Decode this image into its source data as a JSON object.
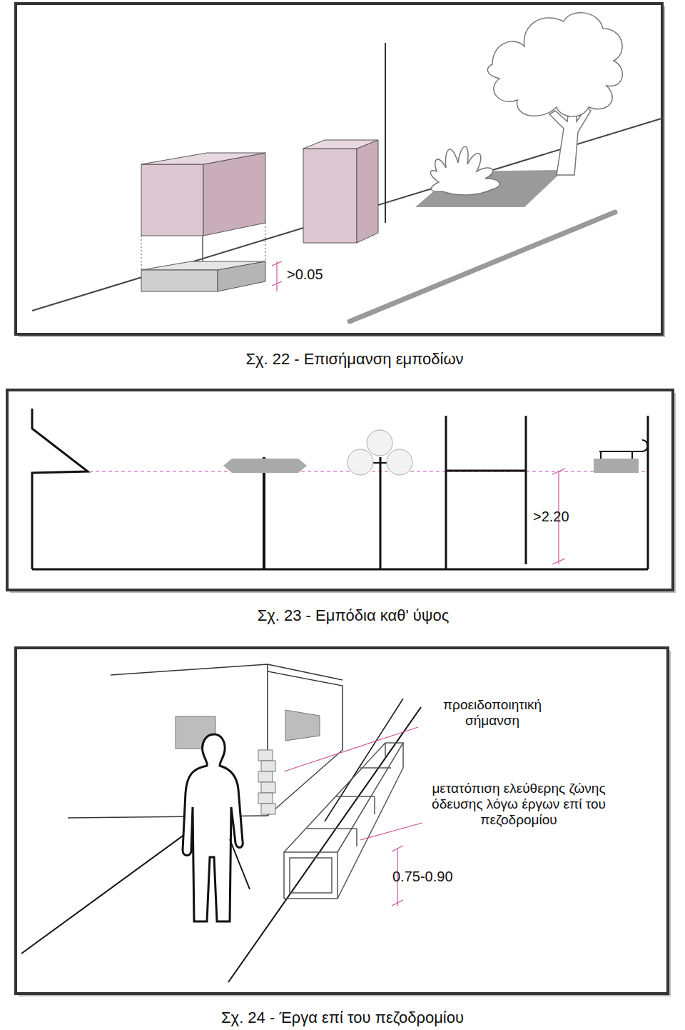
{
  "diagram": {
    "labels": [
      ">0.05",
      "Σχ. 22 - Επισήμανση εμποδίων",
      ">2.20",
      "Σχ. 23 - Εμπόδια καθ' ύψος",
      "προειδοποιητική σήμανση",
      "μετατόπιση ελεύθερης ζώνης όδευσης λόγω έργων επί του πεζοδρομίου",
      "0.75-0.90",
      "Σχ. 24 - Έργα επί του πεζοδρομίου"
    ]
  }
}
